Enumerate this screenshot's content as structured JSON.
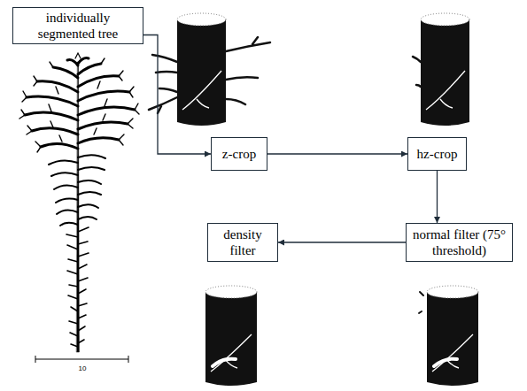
{
  "diagram": {
    "nodes": [
      {
        "text": [
          "individually segmented tree"
        ]
      },
      {
        "text": [
          "z-crop"
        ]
      },
      {
        "text": [
          "hz-crop"
        ]
      },
      {
        "text": [
          "normal filter (75° threshold)"
        ]
      },
      {
        "text": [
          "density filter"
        ]
      }
    ],
    "edges": [
      {
        "from": 0,
        "to": 1,
        "arrow": "to"
      },
      {
        "from": 1,
        "to": 2,
        "arrow": "to"
      },
      {
        "from": 2,
        "to": 3,
        "arrow": "to"
      },
      {
        "from": 3,
        "to": 4,
        "arrow": "to"
      }
    ],
    "labels": [
      "10"
    ]
  }
}
